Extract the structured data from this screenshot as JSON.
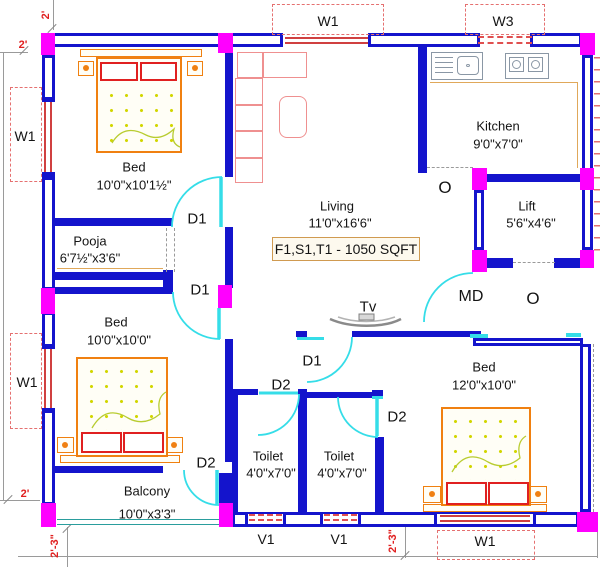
{
  "plan": {
    "area_label": "F1,S1,T1 - 1050 SQFT",
    "rooms": {
      "bed1": {
        "name": "Bed",
        "size": "10'0\"x10'1½\""
      },
      "pooja": {
        "name": "Pooja",
        "size": "6'7½\"x3'6\""
      },
      "bed2": {
        "name": "Bed",
        "size": "10'0\"x10'0\""
      },
      "balcony": {
        "name": "Balcony",
        "size": "10'0\"x3'3\""
      },
      "living": {
        "name": "Living",
        "size": "11'0\"x16'6\""
      },
      "kitchen": {
        "name": "Kitchen",
        "size": "9'0\"x7'0\""
      },
      "lift": {
        "name": "Lift",
        "size": "5'6\"x4'6\""
      },
      "toilet1": {
        "name": "Toilet",
        "size": "4'0\"x7'0\""
      },
      "toilet2": {
        "name": "Toilet",
        "size": "4'0\"x7'0\""
      },
      "bed3": {
        "name": "Bed",
        "size": "12'0\"x10'0\""
      }
    },
    "doors": {
      "d1": "D1",
      "d2": "D2",
      "main_door": "MD"
    },
    "windows": {
      "w1": "W1",
      "w3": "W3",
      "v1": "V1"
    },
    "opening": "O",
    "tv_label": "Tv",
    "dims": {
      "two_ft": "2'",
      "two_ft_three_in": "2'-3\""
    },
    "colors": {
      "wall": "#1414cc",
      "column": "#ff00ff",
      "door_arc": "#35dde8",
      "window": "#d04040",
      "furniture": "#f08010",
      "dimension_text": "#e02020"
    }
  }
}
